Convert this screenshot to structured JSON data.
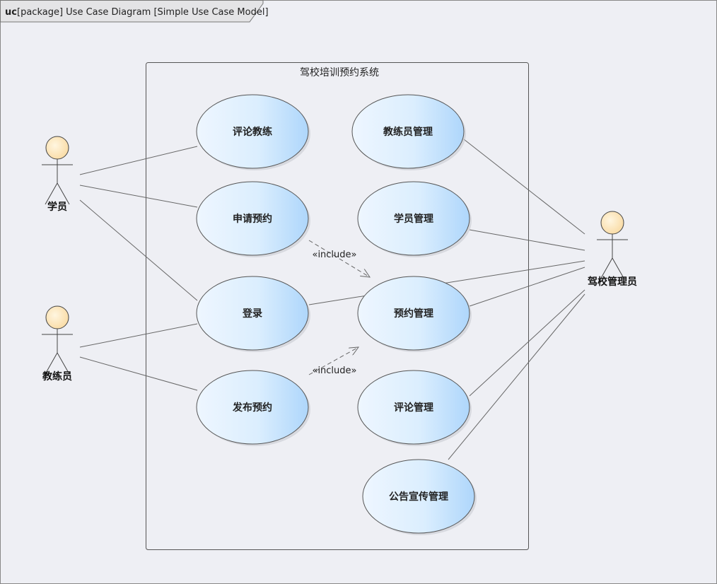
{
  "frame": {
    "keyword": "uc",
    "title": "[package] Use Case Diagram [Simple Use Case Model]"
  },
  "system": {
    "title": "驾校培训预约系统"
  },
  "actors": [
    {
      "id": "student",
      "label": "学员"
    },
    {
      "id": "coach",
      "label": "教练员"
    },
    {
      "id": "admin",
      "label": "驾校管理员"
    }
  ],
  "use_cases": [
    {
      "id": "uc1",
      "label": "评论教练"
    },
    {
      "id": "uc2",
      "label": "申请预约"
    },
    {
      "id": "uc3",
      "label": "登录"
    },
    {
      "id": "uc4",
      "label": "发布预约"
    },
    {
      "id": "uc5",
      "label": "教练员管理"
    },
    {
      "id": "uc6",
      "label": "学员管理"
    },
    {
      "id": "uc7",
      "label": "预约管理"
    },
    {
      "id": "uc8",
      "label": "评论管理"
    },
    {
      "id": "uc9",
      "label": "公告宣传管理"
    }
  ],
  "relations": {
    "include_label": "«include»"
  },
  "colors": {
    "actor_fill": "#fde8c0",
    "uc_light": "#eef6ff",
    "uc_dark": "#aed6fb",
    "line": "#666666",
    "background": "#eeeff4"
  }
}
